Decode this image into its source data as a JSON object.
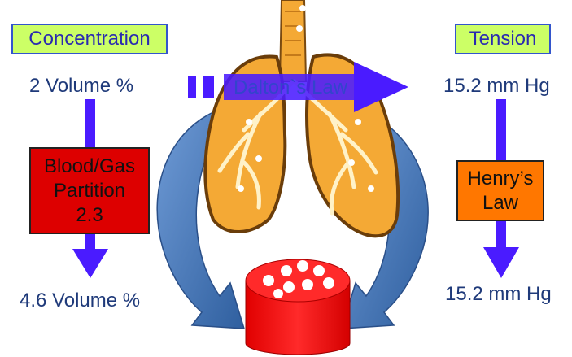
{
  "left": {
    "header": "Concentration",
    "top_value": "2 Volume %",
    "box": {
      "line1": "Blood/Gas",
      "line2": "Partition",
      "line3": "2.3"
    },
    "bottom_value": "4.6 Volume %"
  },
  "right": {
    "header": "Tension",
    "top_value": "15.2 mm Hg",
    "box": {
      "line1": "Henry’s",
      "line2": "Law"
    },
    "bottom_value": "15.2 mm Hg"
  },
  "center": {
    "law_label": "Dalton`s Law"
  },
  "colors": {
    "header_bg": "#ccff66",
    "partition_box": "#dd0000",
    "henry_box": "#ff7700",
    "arrow_blue": "#4a1bff",
    "curved_arrow": "#3f73b6",
    "blood_cylinder": "#ff1a1a",
    "lung_fill": "#f4a935"
  },
  "icons": [
    "lungs-icon",
    "blood-cylinder-icon",
    "curved-arrow-icon"
  ]
}
